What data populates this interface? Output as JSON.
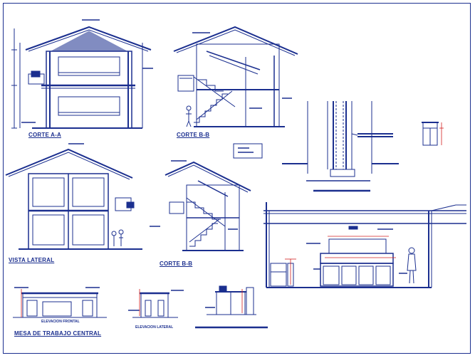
{
  "titles": {
    "corte_aa": "CORTE A-A",
    "corte_bb_top": "CORTE B-B",
    "vista_lateral": "VISTA LATERAL",
    "corte_bb_mid": "CORTE B-B",
    "mesa_trabajo": "MESA DE TRABAJO CENTRAL",
    "elev_frontal": "ELEVACION FRONTAL",
    "elev_lateral": "ELEVACION LATERAL"
  },
  "colors": {
    "line": "#1b2f8f",
    "red": "#d22020",
    "background": "#ffffff"
  }
}
